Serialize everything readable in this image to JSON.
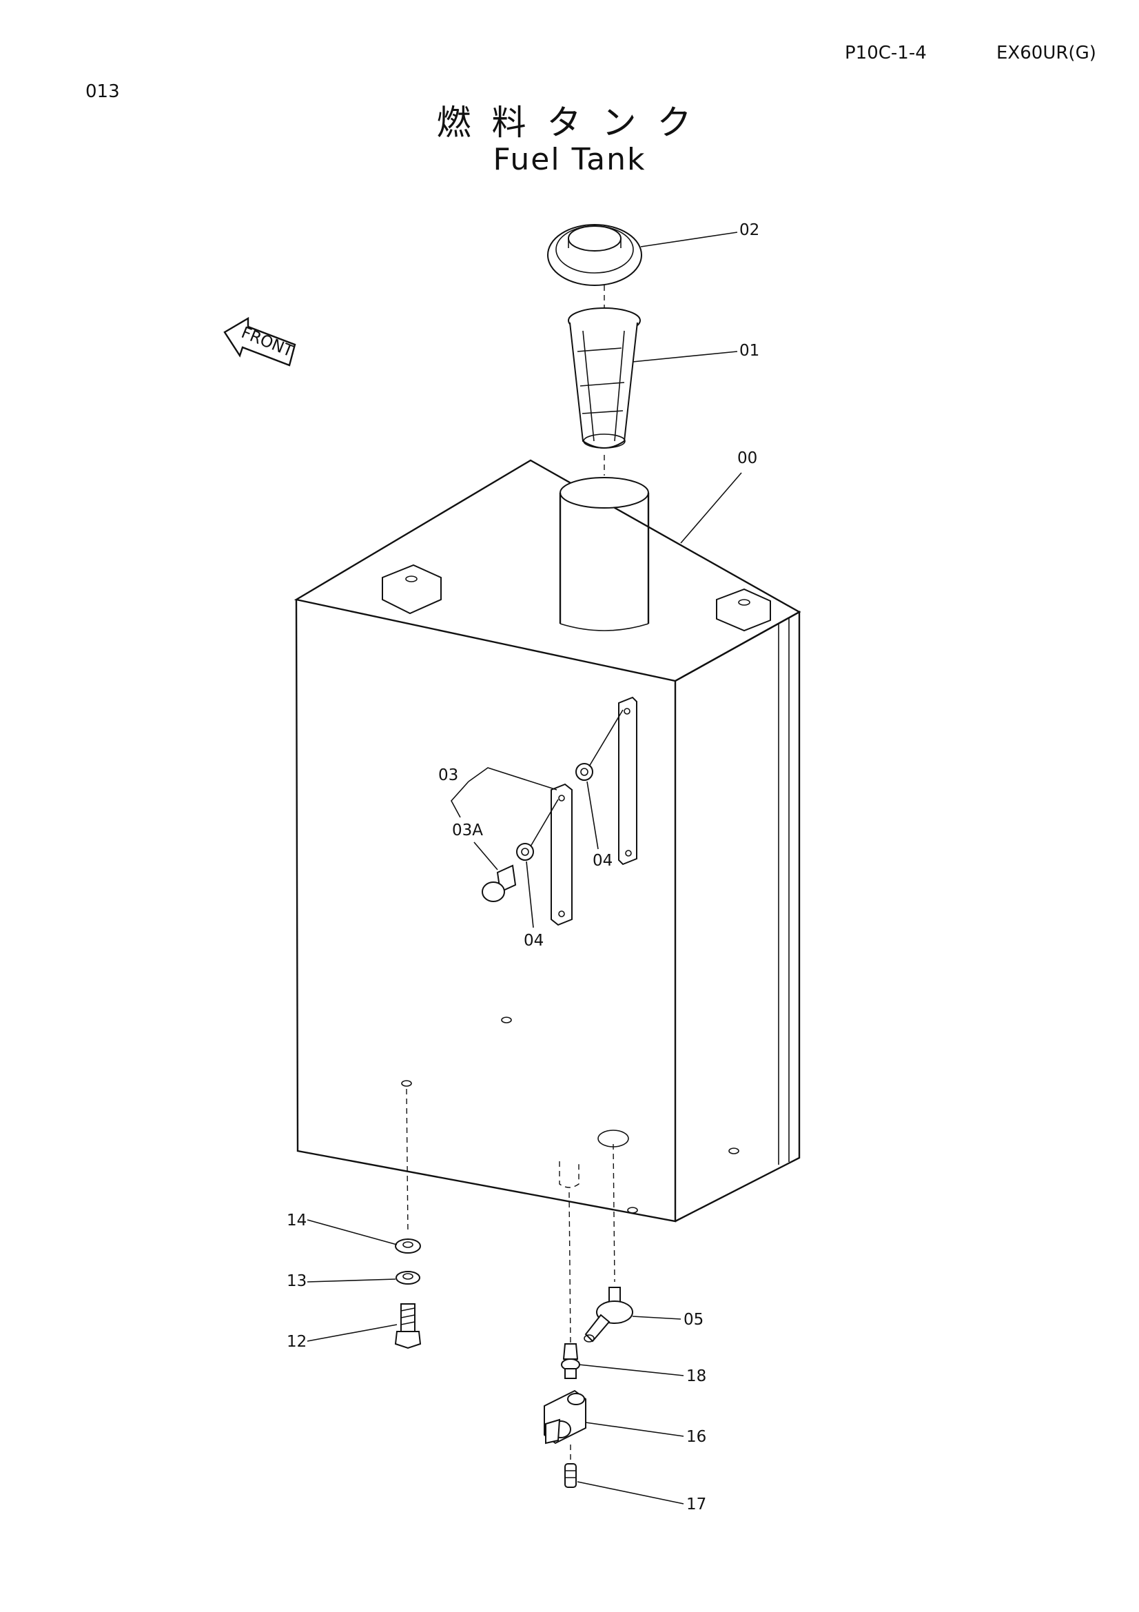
{
  "header": {
    "page_no": "013",
    "sheet_code": "P10C-1-4",
    "model": "EX60UR(G)"
  },
  "title": {
    "japanese": "燃料タンク",
    "english": "Fuel Tank"
  },
  "diagram": {
    "front_label": "FRONT",
    "callouts": [
      "02",
      "01",
      "00",
      "03",
      "03A",
      "04",
      "04",
      "14",
      "13",
      "12",
      "05",
      "18",
      "16",
      "17"
    ]
  }
}
